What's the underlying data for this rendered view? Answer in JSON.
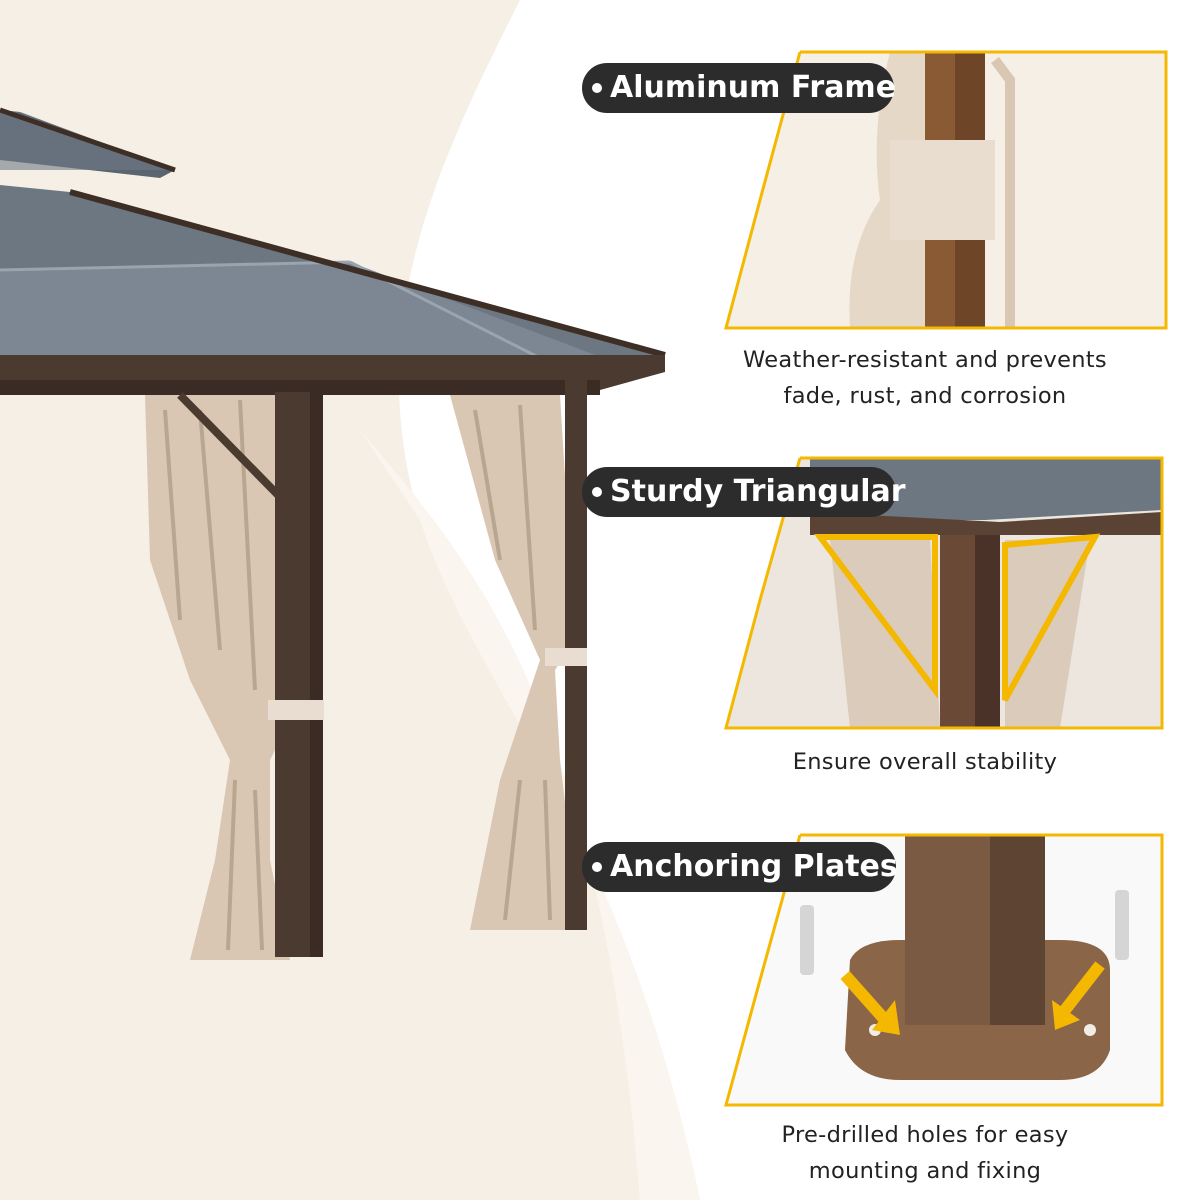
{
  "features": [
    {
      "title": "Aluminum Frame",
      "caption_lines": [
        "Weather-resistant and prevents",
        "fade, rust, and corrosion"
      ]
    },
    {
      "title": "Sturdy Triangular",
      "caption_lines": [
        "Ensure overall stability"
      ]
    },
    {
      "title": "Anchoring Plates",
      "caption_lines": [
        "Pre-drilled holes for easy",
        "mounting and fixing"
      ]
    }
  ],
  "colors": {
    "accent": "#f5b800",
    "pill_bg": "#2c2c2c",
    "frame_brown": "#4a3a30",
    "curtain_beige": "#d9c7b4",
    "background_cream": "#f6efe6"
  }
}
